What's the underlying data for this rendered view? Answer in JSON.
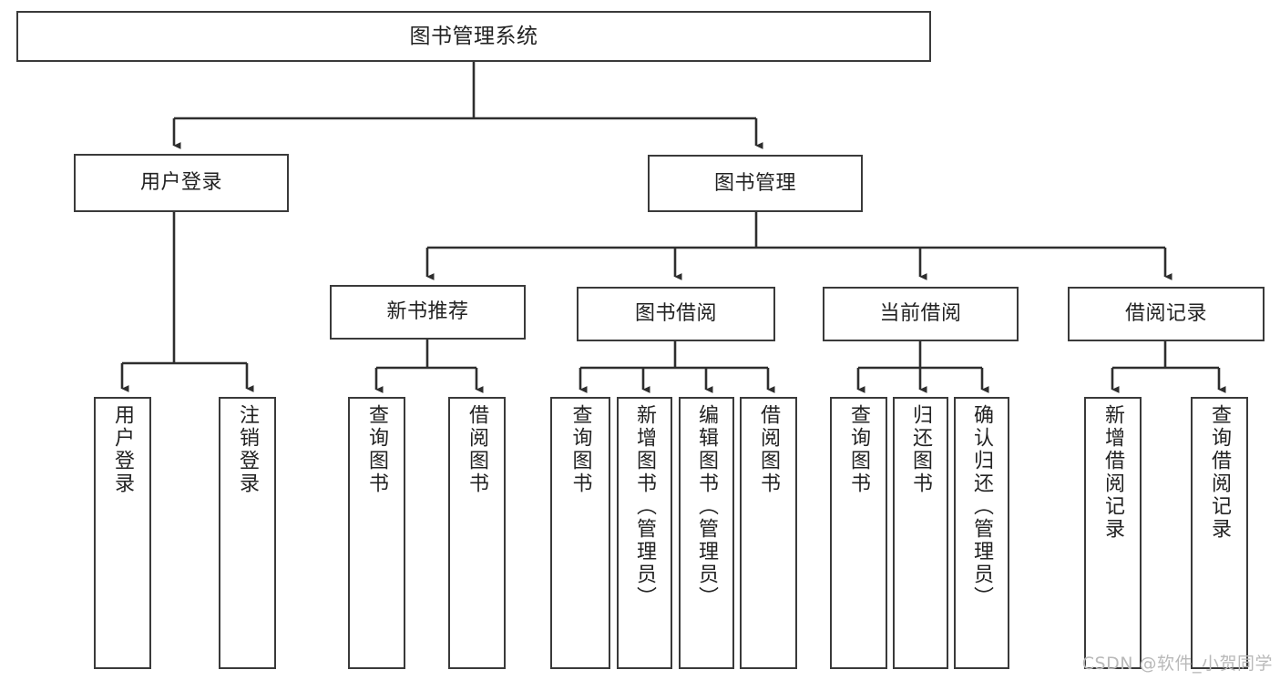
{
  "diagram": {
    "title": "图书管理系统",
    "type": "function-structure-tree",
    "watermark": "CSDN @软件_小贺同学",
    "colors": {
      "border": "#3a3a3a",
      "text": "#222222",
      "background": "#ffffff",
      "edge": "#2e2e2e",
      "watermark": "#b9b9b9"
    },
    "levels": {
      "root": {
        "label": "图书管理系统"
      },
      "level2": [
        {
          "label": "用户登录"
        },
        {
          "label": "图书管理"
        }
      ],
      "level3": [
        {
          "label": "新书推荐"
        },
        {
          "label": "图书借阅"
        },
        {
          "label": "当前借阅"
        },
        {
          "label": "借阅记录"
        }
      ],
      "leaves": {
        "user_login": [
          {
            "label": "用户登录"
          },
          {
            "label": "注销登录"
          }
        ],
        "new_book_recommend": [
          {
            "label": "查询图书"
          },
          {
            "label": "借阅图书"
          }
        ],
        "book_borrow": [
          {
            "label": "查询图书"
          },
          {
            "label": "新增图书（管理员）"
          },
          {
            "label": "编辑图书（管理员）"
          },
          {
            "label": "借阅图书"
          }
        ],
        "current_borrow": [
          {
            "label": "查询图书"
          },
          {
            "label": "归还图书"
          },
          {
            "label": "确认归还（管理员）"
          }
        ],
        "borrow_record": [
          {
            "label": "新增借阅记录"
          },
          {
            "label": "查询借阅记录"
          }
        ]
      }
    }
  }
}
